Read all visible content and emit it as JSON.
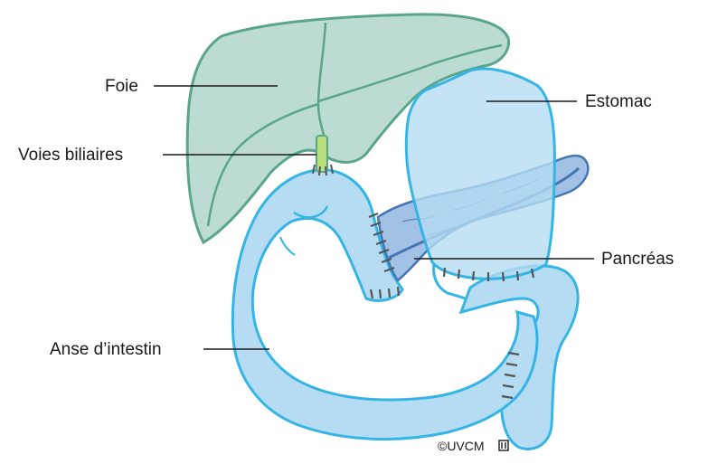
{
  "labels": {
    "foie": "Foie",
    "voies_biliaires": "Voies biliaires",
    "anse_intestin": "Anse d’intestin",
    "estomac": "Estomac",
    "pancreas": "Pancréas"
  },
  "copyright": "©UVCM",
  "colors": {
    "liver_fill": "#bcdcd3",
    "liver_stroke": "#5aa68a",
    "intestine_fill": "#b5dcf3",
    "intestine_stroke": "#35b5e5",
    "pancreas_fill": "#92b7e0",
    "pancreas_stroke": "#4676b5",
    "bile_duct": "#b9de7c",
    "suture": "#555555",
    "leader_line": "#1a1a1a"
  },
  "icons": {
    "copyright_logo": "uvcm-logo-icon"
  }
}
